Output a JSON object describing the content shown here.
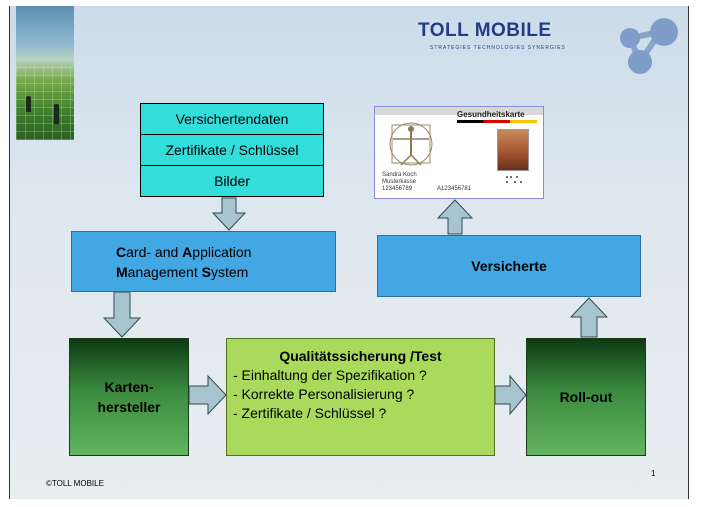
{
  "logo": {
    "title": "TOLL MOBILE",
    "tagline": "STRATEGIES  TECHNOLOGIES  SYNERGIES"
  },
  "stack": [
    {
      "label": "Versichertendaten"
    },
    {
      "label": "Zertifikate / Schlüssel"
    },
    {
      "label": "Bilder"
    }
  ],
  "cams": {
    "line1": [
      {
        "b": "C",
        "t": "ard- and "
      },
      {
        "b": "A",
        "t": "pplication"
      }
    ],
    "line2": [
      {
        "b": "M",
        "t": "anagement "
      },
      {
        "b": "S",
        "t": "ystem"
      }
    ]
  },
  "versicherte": "Versicherte",
  "card": {
    "title": "Gesundheitskarte",
    "name": "Sandra Koch",
    "kasse": "Musterkasse",
    "num1": "123456789",
    "num2": "A123456781"
  },
  "kartenhersteller": {
    "line1": "Karten-",
    "line2": "hersteller"
  },
  "qs": {
    "title": "Qualitätssicherung /Test",
    "items": [
      "- Einhaltung der Spezifikation ?",
      "- Korrekte Personalisierung ?",
      "- Zertifikate / Schlüssel ?"
    ]
  },
  "rollout": "Roll-out",
  "footer": "©TOLL MOBILE",
  "page_number": "1",
  "colors": {
    "stack": "#33ddd9",
    "blue_box": "#42a7e3",
    "green_dark": "#0d3b12",
    "green_light": "#63b560",
    "qs_box": "#a9da5c",
    "logo": "#233c86"
  }
}
